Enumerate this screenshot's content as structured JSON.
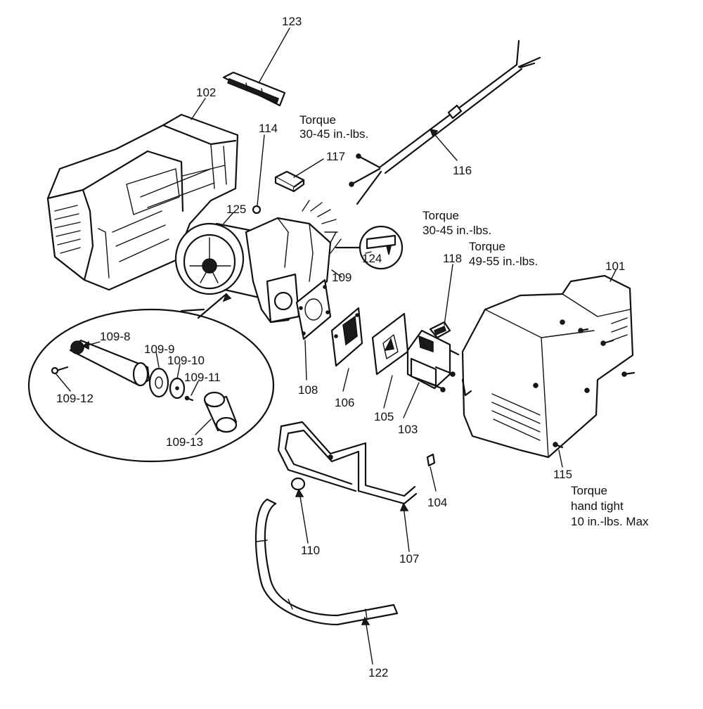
{
  "labels": {
    "p101": "101",
    "p102": "102",
    "p103": "103",
    "p104": "104",
    "p105": "105",
    "p106": "106",
    "p107": "107",
    "p108": "108",
    "p109": "109",
    "p109_8": "109-8",
    "p109_9": "109-9",
    "p109_10": "109-10",
    "p109_11": "109-11",
    "p109_12": "109-12",
    "p109_13": "109-13",
    "p110": "110",
    "p114": "114",
    "p115": "115",
    "p116": "116",
    "p117": "117",
    "p118": "118",
    "p122": "122",
    "p123": "123",
    "p124": "124",
    "p125": "125"
  },
  "notes": {
    "torque_upper": [
      "Torque",
      "30-45 in.-lbs."
    ],
    "torque_mid": [
      "Torque",
      "30-45 in.-lbs."
    ],
    "torque_switch": [
      "Torque",
      "49-55 in.-lbs."
    ],
    "torque_screw": [
      "Torque",
      "hand tight",
      "10 in.-lbs. Max"
    ]
  }
}
